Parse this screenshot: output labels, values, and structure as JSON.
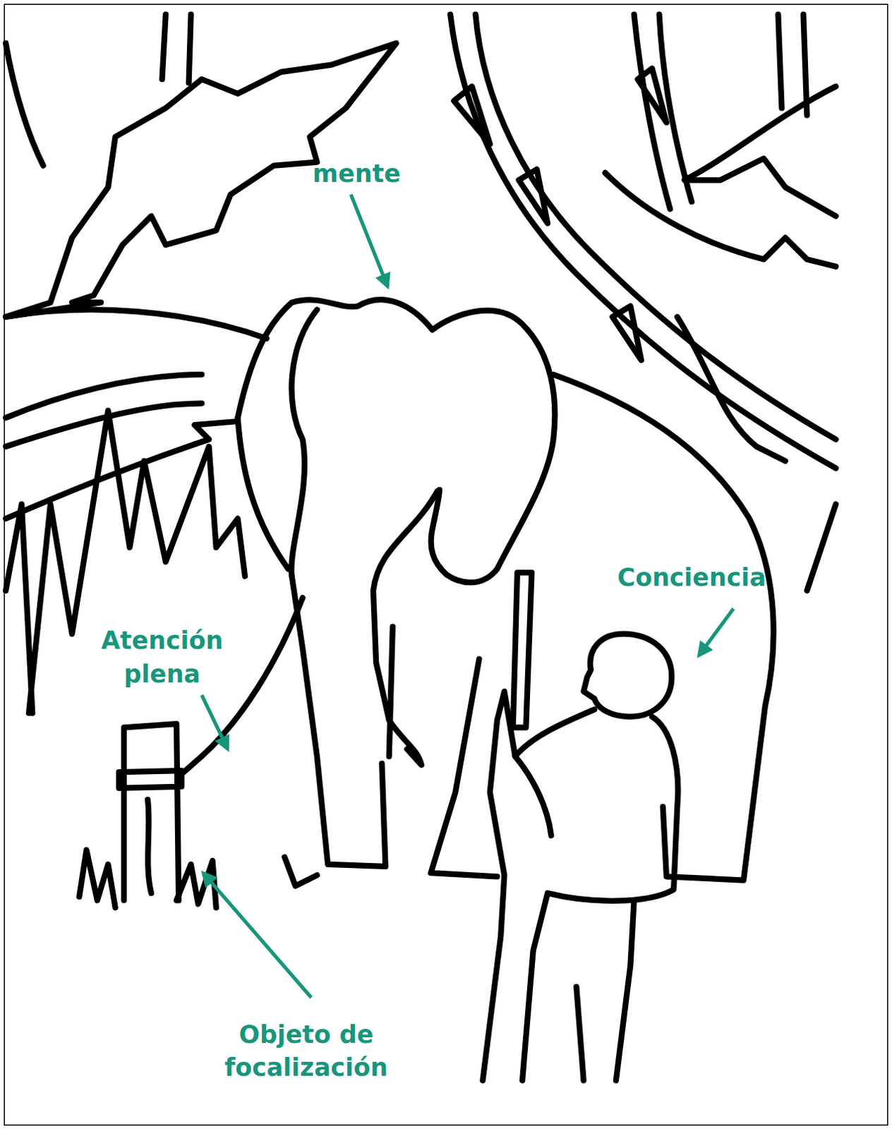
{
  "diagram": {
    "labels": [
      "mente",
      "Conciencia",
      "Atención plena",
      "Objeto de focalización"
    ]
  }
}
